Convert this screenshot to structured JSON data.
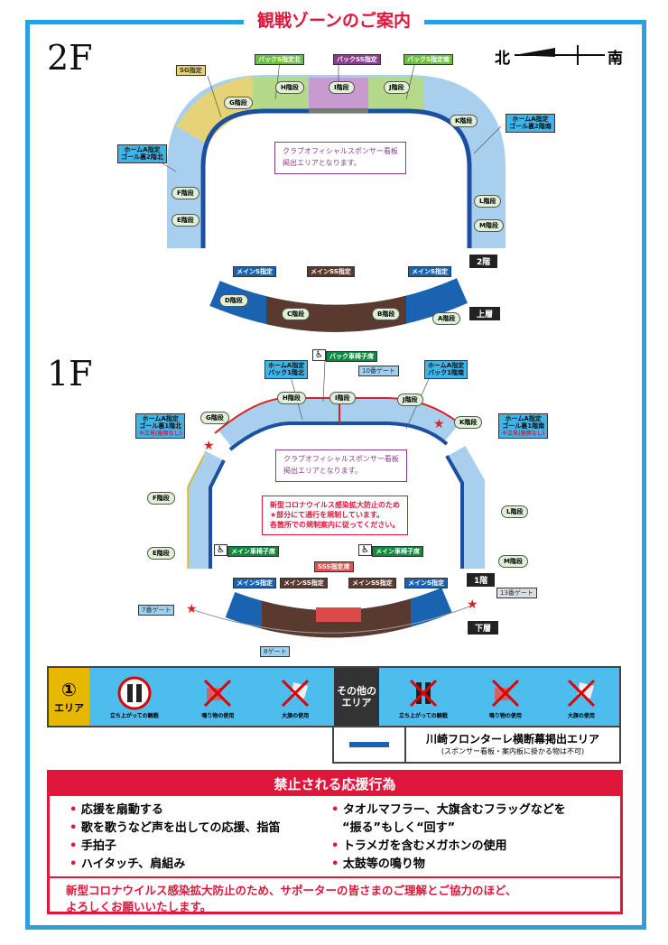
{
  "title": "観戦ゾーンのご案内",
  "compass": {
    "north": "北",
    "south": "南"
  },
  "floor2": {
    "label": "2F",
    "zones": {
      "sg": "SG指定",
      "back_s_north": "バックS指定北",
      "back_ss": "バックSS指定",
      "back_s_south": "バックS指定南",
      "home_a_north": "ホームA指定\nゴール裏2階北",
      "home_a_south": "ホームA指定\nゴール裏2階南",
      "main_s_left": "メインS指定",
      "main_ss": "メインSS指定",
      "main_s_right": "メインS指定"
    },
    "stairs": [
      "G階段",
      "H階段",
      "I階段",
      "J階段",
      "K階段",
      "F階段",
      "E階段",
      "L階段",
      "M階段",
      "D階段",
      "C階段",
      "B階段",
      "A階段"
    ],
    "note": "クラブオフィシャルスポンサー看板\n掲出エリアとなります。",
    "level_2": "2階",
    "level_upper": "上層"
  },
  "floor1": {
    "label": "1F",
    "zones": {
      "back_wheelchair": "バック車椅子席",
      "gate10": "10番ゲート",
      "home_a_back_north": "ホームA指定\nバック1階北",
      "home_a_back_south": "ホームA指定\nバック1階南",
      "home_a_goal_north": "ホームA指定\nゴール裏1階北",
      "home_a_goal_south": "ホームA指定\nゴール裏1階南",
      "standing_note": "※立見(座席なし)",
      "main_wheel_left": "メイン車椅子席",
      "main_wheel_right": "メイン車椅子席",
      "sss": "SSS指定席",
      "main_s_left": "メインS指定",
      "main_ss_left": "メインSS指定",
      "main_ss_right": "メインSS指定",
      "main_s_right": "メインS指定",
      "gate7": "7番ゲート",
      "gate8": "8ゲート",
      "gate13": "13番ゲート"
    },
    "stairs": [
      "H階段",
      "I階段",
      "J階段",
      "G階段",
      "K階段",
      "F階段",
      "L階段",
      "E階段",
      "M階段"
    ],
    "note": "クラブオフィシャルスポンサー看板\n掲出エリアとなります。",
    "covid_note": "新型コロナウイルス感染拡大防止のため\n★部分にて通行を規制しています。\n各箇所での規制案内に従ってください。",
    "level_1": "1階",
    "level_lower": "下層"
  },
  "legend": {
    "area1": {
      "num": "①",
      "label": "エリア"
    },
    "other": "その他の\nエリア",
    "icons": [
      "立ち上がっての観戦",
      "鳴り物の使用",
      "大旗の使用"
    ],
    "banner_title": "川崎フロンターレ横断幕掲出エリア",
    "banner_sub": "(スポンサー看板・案内板に掛かる物は不可)"
  },
  "rules": {
    "title": "禁止される応援行為",
    "left": [
      "応援を扇動する",
      "歌を歌うなど声を出しての応援、指笛",
      "手拍子",
      "ハイタッチ、肩組み"
    ],
    "right": [
      "タオルマフラー、大旗含むフラッグなどを",
      "“振る”もしく“回す”",
      "トラメガを含むメガホンの使用",
      "太鼓等の鳴り物"
    ],
    "footer": "新型コロナウイルス感染拡大防止のため、サポーターの皆さまのご理解とご協力のほど、\nよろしくお願いいたします。"
  },
  "colors": {
    "frame": "#2f9fdc",
    "accent": "#e0173c",
    "seat_blue": "#a8d0ee",
    "main_blue": "#1a63b0",
    "brown": "#5a3a2e"
  }
}
